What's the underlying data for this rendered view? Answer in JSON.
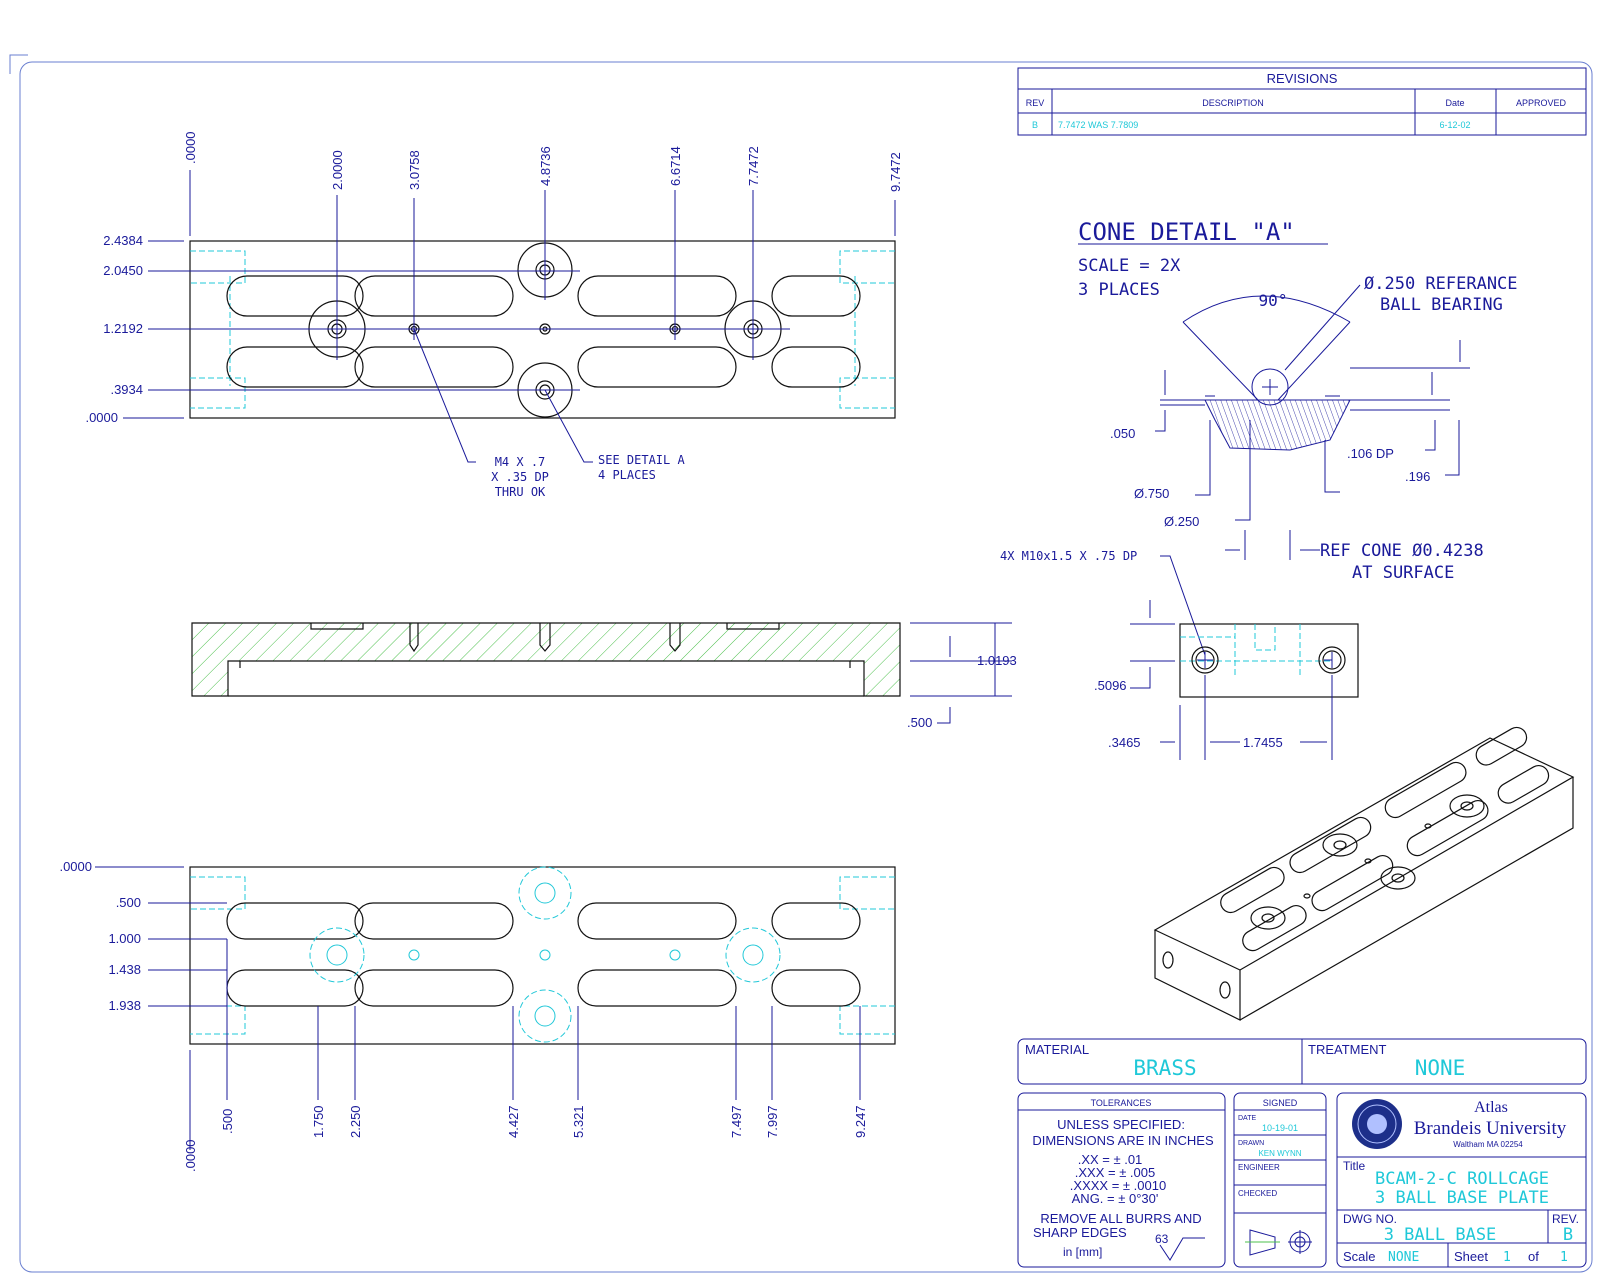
{
  "revisions": {
    "title": "REVISIONS",
    "headers": [
      "REV",
      "DESCRIPTION",
      "Date",
      "APPROVED"
    ],
    "rows": [
      {
        "rev": "B",
        "description": "7.7472 WAS 7.7809",
        "date": "6-12-02",
        "approved": ""
      }
    ]
  },
  "top_view": {
    "x_dims": [
      ".0000",
      "2.0000",
      "3.0758",
      "4.8736",
      "6.6714",
      "7.7472",
      "9.7472"
    ],
    "y_dims": [
      "2.4384",
      "2.0450",
      "1.2192",
      ".3934",
      ".0000"
    ],
    "note_tap": [
      "M4 X .7",
      "X .35 DP",
      "THRU OK"
    ],
    "note_detail": [
      "SEE DETAIL A",
      "4 PLACES"
    ]
  },
  "section_view": {
    "dims": [
      "1.0193",
      ".500"
    ]
  },
  "bottom_view": {
    "y_dims": [
      ".0000",
      ".500",
      "1.000",
      "1.438",
      "1.938"
    ],
    "x_dims": [
      ".0000",
      ".500",
      "1.750",
      "2.250",
      "4.427",
      "5.321",
      "7.497",
      "7.997",
      "9.247"
    ]
  },
  "cone_detail": {
    "title": "CONE DETAIL \"A\"",
    "scale": "SCALE = 2X",
    "places": "3 PLACES",
    "angle": "90°",
    "ref_ball": [
      "Ø.250 REFERANCE",
      "BALL BEARING"
    ],
    "dims": [
      ".050",
      "Ø.750",
      "Ø.250",
      ".106 DP",
      ".196"
    ],
    "ref_cone": [
      "REF CONE Ø0.4238",
      "AT SURFACE"
    ]
  },
  "end_view": {
    "thread_note": "4X M10x1.5 X .75 DP",
    "dims": [
      ".5096",
      ".3465",
      "1.7455"
    ]
  },
  "material": {
    "label": "MATERIAL",
    "value": "BRASS"
  },
  "treatment": {
    "label": "TREATMENT",
    "value": "NONE"
  },
  "tolerances": {
    "title": "TOLERANCES",
    "lines": [
      "UNLESS SPECIFIED:",
      "DIMENSIONS ARE IN INCHES",
      ".XX = ± .01",
      ".XXX = ± .005",
      ".XXXX = ± .0010",
      "ANG. = ± 0°30'"
    ],
    "note": [
      "REMOVE ALL BURRS AND",
      "SHARP EDGES"
    ],
    "units": "in [mm]",
    "finish": "63"
  },
  "signed": {
    "title": "SIGNED",
    "date_label": "DATE",
    "date": "10-19-01",
    "drawn_label": "DRAWN",
    "drawn": "KEN WYNN",
    "engineer_label": "ENGINEER",
    "checked_label": "CHECKED"
  },
  "title_block": {
    "org1": "Atlas",
    "org2": "Brandeis University",
    "address": "Waltham MA 02254",
    "title_label": "Title",
    "title1": "BCAM-2-C ROLLCAGE",
    "title2": "3 BALL BASE PLATE",
    "dwg_label": "DWG NO.",
    "dwg": "3 BALL BASE",
    "rev_label": "REV.",
    "rev": "B",
    "scale_label": "Scale",
    "scale": "NONE",
    "sheet_label": "Sheet",
    "sheet": "1",
    "of_label": "of",
    "of": "1"
  },
  "colors": {
    "ink": "#1a1a9a",
    "outline": "#111111",
    "hidden": "#22c8d8",
    "hatch": "#4cc04c"
  }
}
